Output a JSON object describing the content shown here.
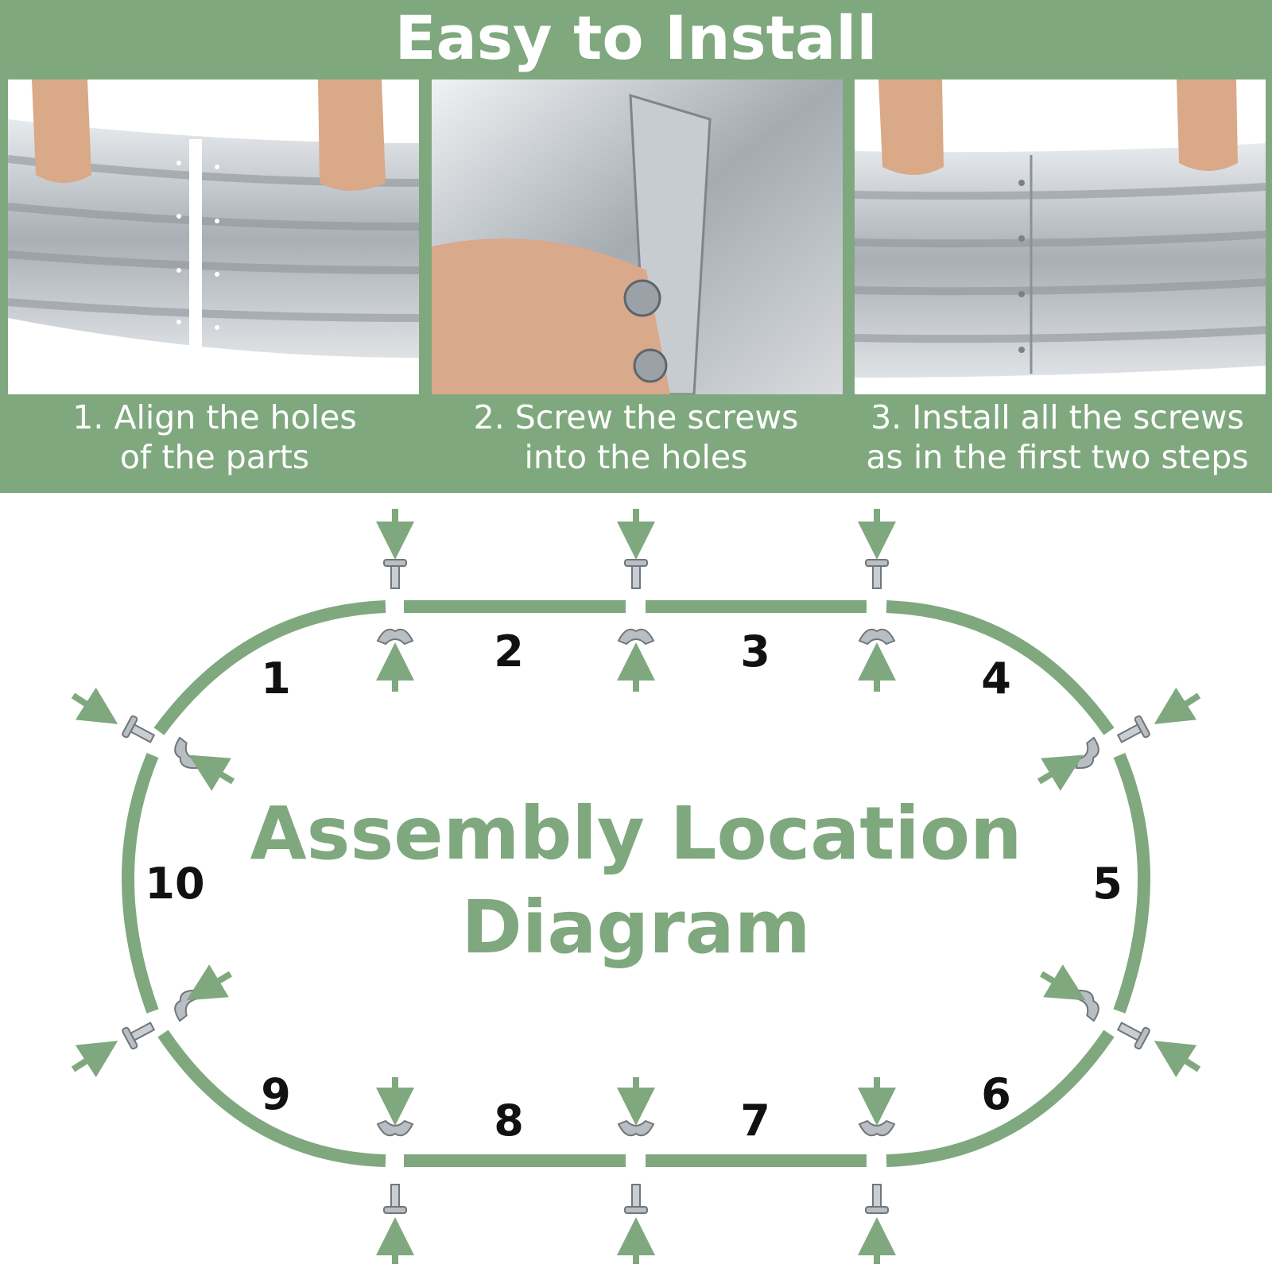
{
  "header": {
    "title": "Easy to Install"
  },
  "steps": [
    {
      "caption_line1": "1. Align the holes",
      "caption_line2": "of the parts"
    },
    {
      "caption_line1": "2. Screw the screws",
      "caption_line2": "into the holes"
    },
    {
      "caption_line1": "3. Install all the screws",
      "caption_line2": "as in the first two steps"
    }
  ],
  "diagram": {
    "title_line1": "Assembly Location",
    "title_line2": "Diagram",
    "segments": [
      "1",
      "2",
      "3",
      "4",
      "5",
      "6",
      "7",
      "8",
      "9",
      "10"
    ]
  },
  "colors": {
    "accent": "#7fa87e",
    "steel": "#b9bec2",
    "text": "#111111"
  }
}
